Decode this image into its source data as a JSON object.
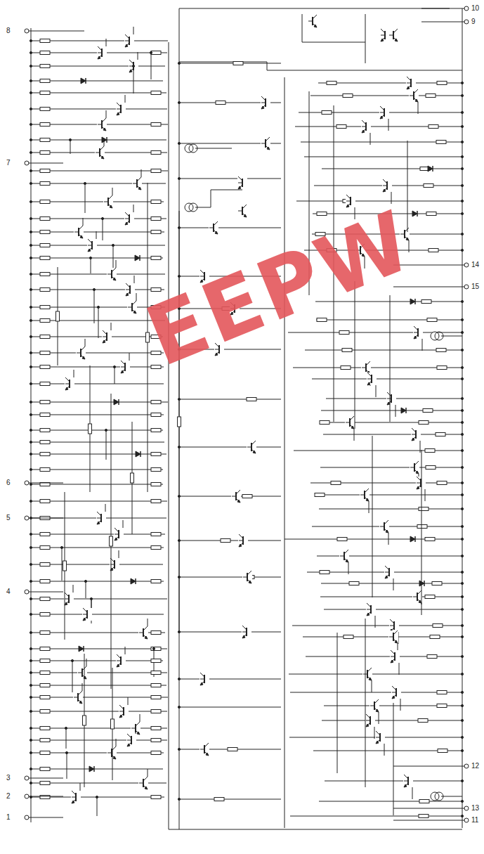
{
  "diagram": {
    "labels": [
      "8",
      "7",
      "6",
      "5",
      "4",
      "3",
      "2",
      "1",
      "10",
      "9",
      "14",
      "15",
      "12",
      "13",
      "11",
      "EEPW"
    ]
  }
}
